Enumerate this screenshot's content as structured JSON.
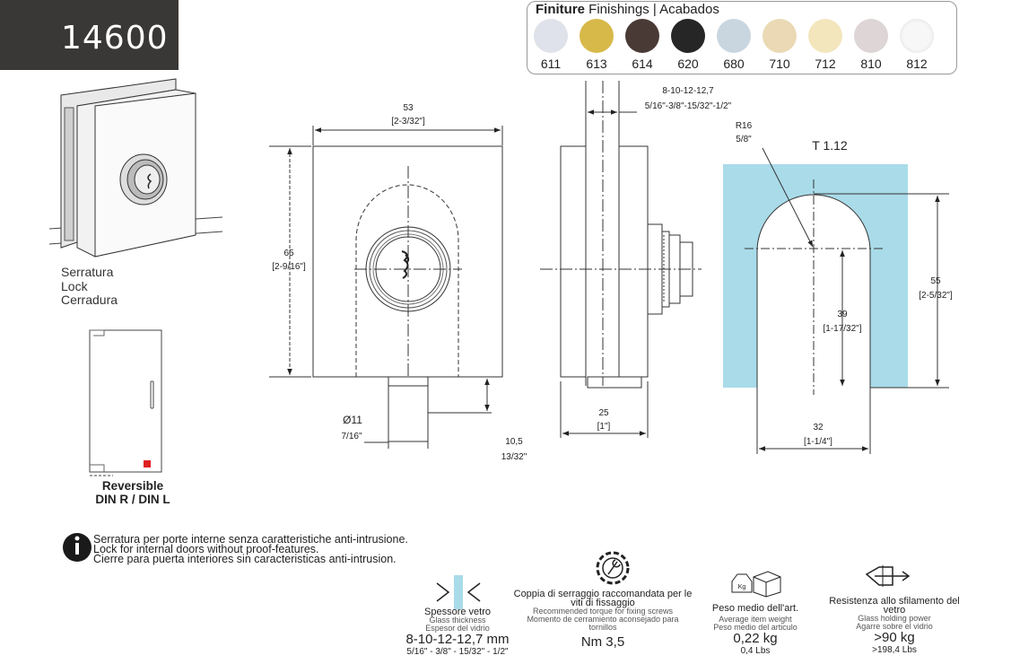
{
  "product_code": "14600",
  "finishes": {
    "title_bold": "Finiture",
    "title_rest": "Finishings | Acabados",
    "items": [
      {
        "code": "611",
        "color": "#dfe2ea"
      },
      {
        "code": "613",
        "color": "#d7b94a"
      },
      {
        "code": "614",
        "color": "#4a3a35"
      },
      {
        "code": "620",
        "color": "#262626"
      },
      {
        "code": "680",
        "color": "#c9d6e0"
      },
      {
        "code": "710",
        "color": "#ead9b4"
      },
      {
        "code": "712",
        "color": "#f3e6bd"
      },
      {
        "code": "810",
        "color": "#ddd5d6"
      },
      {
        "code": "812",
        "color": "#f7f7f7"
      }
    ]
  },
  "product_names": {
    "it": "Serratura",
    "en": "Lock",
    "es": "Cerradura"
  },
  "reversible": {
    "line1": "Reversible",
    "line2": "DIN R / DIN L"
  },
  "front_view": {
    "width": "53",
    "width_in": "[2-3/32\"]",
    "height": "65",
    "height_in": "[2-9/16\"]",
    "pin_dia": "Ø11",
    "pin_dia_in": "7/16\"",
    "pin_len": "10,5",
    "pin_len_in": "13/32\""
  },
  "side_view": {
    "glass": "8-10-12-12,7",
    "glass_in": "5/16\"-3/8\"-15/32\"-1/2\"",
    "depth": "25",
    "depth_in": "[1\"]"
  },
  "template": {
    "title": "T 1.12",
    "radius": "R16",
    "radius_in": "5/8\"",
    "height": "55",
    "height_in": "[2-5/32\"]",
    "center": "39",
    "center_in": "[1-17/32\"]",
    "width": "32",
    "width_in": "[1-1/4\"]"
  },
  "info": {
    "it": "Serratura per porte interne senza caratteristiche anti-intrusione.",
    "en": "Lock for internal doors without proof-features.",
    "es": "Cierre para puerta interiores sin caracteristicas anti-intrusion."
  },
  "specs": [
    {
      "it": "Spessore vetro",
      "en": "Glass thickness",
      "es": "Espesor del vidrio",
      "value": "8-10-12-12,7 mm",
      "value2": "5/16\" - 3/8\" - 15/32\" - 1/2\""
    },
    {
      "it": "Coppia di serraggio raccomandata per le viti di fissaggio",
      "en": "Recommended torque for fixing screws",
      "es": "Momento de cerramiento aconsejado para tornillos",
      "value": "Nm 3,5",
      "value2": ""
    },
    {
      "it": "Peso medio dell'art.",
      "en": "Average item weight",
      "es": "Peso medio del articulo",
      "value": "0,22 kg",
      "value2": "0,4 Lbs"
    },
    {
      "it": "Resistenza allo sfilamento del vetro",
      "en": "Glass holding power",
      "es": "Agarre sobre el vidrio",
      "value": ">90 kg",
      "value2": ">198,4 Lbs"
    }
  ],
  "icons": {
    "kg": "Kg"
  }
}
